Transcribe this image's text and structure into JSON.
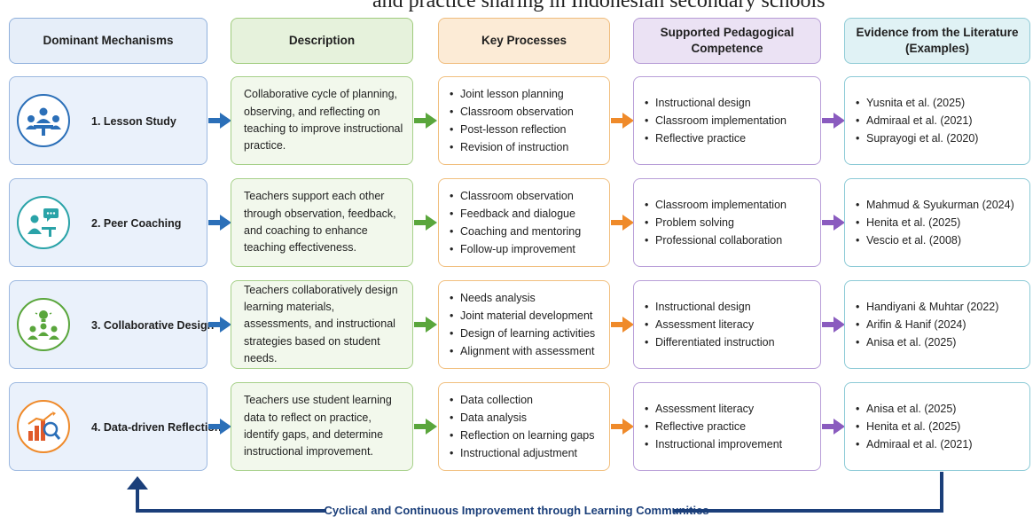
{
  "top_text": "and practice sharing in Indonesian secondary schools",
  "headers": {
    "mechanisms": "Dominant Mechanisms",
    "description": "Description",
    "processes": "Key Processes",
    "competence": "Supported Pedagogical Competence",
    "evidence": "Evidence from the Literature (Examples)"
  },
  "rows": [
    {
      "mechanism": "1. Lesson Study",
      "icon": "meeting-group-icon",
      "description": "Collaborative cycle of planning, observing, and reflecting on teaching to improve instructional practice.",
      "processes": [
        "Joint lesson planning",
        "Classroom observation",
        "Post-lesson reflection",
        "Revision of instruction"
      ],
      "competence": [
        "Instructional design",
        "Classroom implementation",
        "Reflective practice"
      ],
      "evidence": [
        "Yusnita et al. (2025)",
        "Admiraal et al. (2021)",
        "Suprayogi et al. (2020)"
      ]
    },
    {
      "mechanism": "2. Peer Coaching",
      "icon": "coaching-dialogue-icon",
      "description": "Teachers support each other through observation, feedback, and coaching to enhance teaching effectiveness.",
      "processes": [
        "Classroom observation",
        "Feedback and dialogue",
        "Coaching and mentoring",
        "Follow-up improvement"
      ],
      "competence": [
        "Classroom implementation",
        "Problem solving",
        "Professional collaboration"
      ],
      "evidence": [
        "Mahmud & Syukurman (2024)",
        "Henita et al. (2025)",
        "Vescio et al. (2008)"
      ]
    },
    {
      "mechanism": "3. Collaborative Design",
      "icon": "team-idea-icon",
      "description": "Teachers collaboratively design learning materials, assessments, and instructional strategies based on student needs.",
      "processes": [
        "Needs analysis",
        "Joint material development",
        "Design of learning activities",
        "Alignment with assessment"
      ],
      "competence": [
        "Instructional design",
        "Assessment literacy",
        "Differentiated instruction"
      ],
      "evidence": [
        "Handiyani & Muhtar (2022)",
        "Arifin & Hanif (2024)",
        "Anisa et al. (2025)"
      ]
    },
    {
      "mechanism": "4. Data-driven Reflection",
      "icon": "data-analysis-icon",
      "description": "Teachers use student learning data to reflect on practice, identify gaps, and determine instructional improvement.",
      "processes": [
        "Data collection",
        "Data analysis",
        "Reflection on learning gaps",
        "Instructional adjustment"
      ],
      "competence": [
        "Assessment literacy",
        "Reflective practice",
        "Instructional improvement"
      ],
      "evidence": [
        "Anisa et al. (2025)",
        "Henita et al. (2025)",
        "Admiraal et al. (2021)"
      ]
    }
  ],
  "footer": "Cyclical and Continuous Improvement through Learning Communities",
  "colors": {
    "blue": "#2b6fb8",
    "green": "#5aa63c",
    "orange": "#ef8a2a",
    "purple": "#8a5bbf",
    "teal": "#2aa3a8",
    "navy": "#1b3f7a"
  }
}
